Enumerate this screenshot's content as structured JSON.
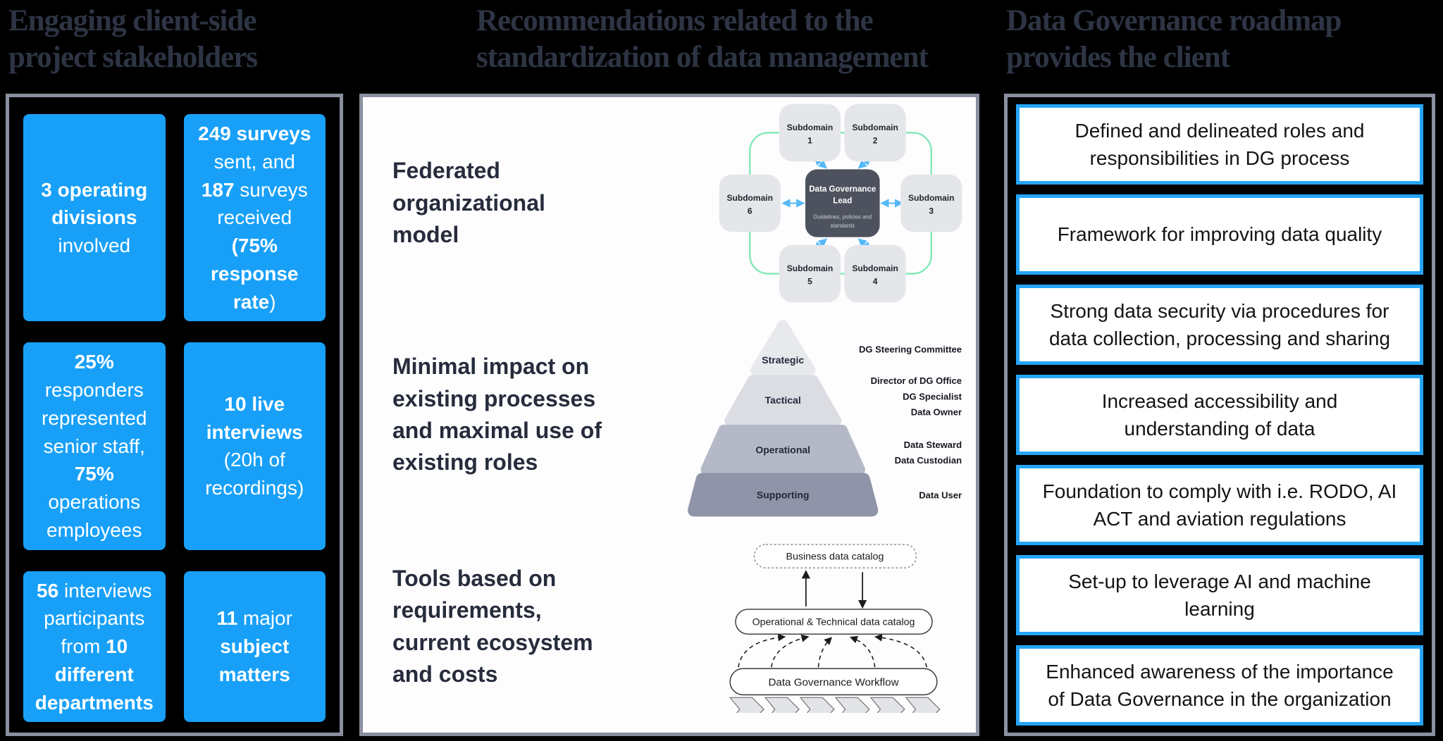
{
  "colors": {
    "background": "#000000",
    "panel_border_gray": "#8b90a0",
    "stat_box_blue": "#18a0f8",
    "benefit_border_blue": "#25a5f8",
    "title_text": "#2d3444",
    "heading_text": "#272c3c",
    "subdomain_fill": "#e4e6ea",
    "center_node_fill": "#4d525e",
    "ring_green": "#7fe8b4",
    "arrow_blue": "#55b9f7",
    "pyramid_strategic": "#e8e9ec",
    "pyramid_tactical": "#dbdde2",
    "pyramid_operational": "#b5b9c7",
    "pyramid_supporting": "#8f94a8",
    "chevron_fill": "#e3e4e8"
  },
  "left": {
    "title_line1": "Engaging client-side",
    "title_line2": "project stakeholders",
    "boxes": [
      {
        "segments": [
          {
            "t": "3 operating divisions",
            "b": true
          },
          {
            "t": " involved",
            "b": false
          }
        ]
      },
      {
        "segments": [
          {
            "t": "249 surveys",
            "b": true
          },
          {
            "t": " sent, and ",
            "b": false
          },
          {
            "t": "187",
            "b": true
          },
          {
            "t": " surveys received ",
            "b": false
          },
          {
            "t": "(75% response rate",
            "b": true
          },
          {
            "t": ")",
            "b": false
          }
        ]
      },
      {
        "segments": [
          {
            "t": "25%",
            "b": true
          },
          {
            "t": " responders represented senior staff, ",
            "b": false
          },
          {
            "t": "75%",
            "b": true
          },
          {
            "t": " operations employees",
            "b": false
          }
        ]
      },
      {
        "segments": [
          {
            "t": "10 live interviews",
            "b": true
          },
          {
            "t": " (20h of recordings)",
            "b": false
          }
        ]
      },
      {
        "segments": [
          {
            "t": "56",
            "b": true
          },
          {
            "t": " interviews participants from ",
            "b": false
          },
          {
            "t": "10 different departments",
            "b": true
          }
        ]
      },
      {
        "segments": [
          {
            "t": "11",
            "b": true
          },
          {
            "t": " major ",
            "b": false
          },
          {
            "t": "subject matters",
            "b": true
          }
        ]
      }
    ]
  },
  "middle": {
    "title_line1": "Recommendations related to the",
    "title_line2": "standardization of data management",
    "sections": [
      {
        "heading": "Federated organizational model",
        "diagram": {
          "subdomains": [
            {
              "label": "Subdomain",
              "num": "1"
            },
            {
              "label": "Subdomain",
              "num": "2"
            },
            {
              "label": "Subdomain",
              "num": "3"
            },
            {
              "label": "Subdomain",
              "num": "4"
            },
            {
              "label": "Subdomain",
              "num": "5"
            },
            {
              "label": "Subdomain",
              "num": "6"
            }
          ],
          "center": {
            "line1": "Data Governance",
            "line2": "Lead",
            "sub1": "Guidelines, policies and",
            "sub2": "standards"
          }
        }
      },
      {
        "heading": "Minimal impact on existing processes and maximal use of existing roles",
        "diagram": {
          "levels": [
            {
              "label": "Strategic"
            },
            {
              "label": "Tactical"
            },
            {
              "label": "Operational"
            },
            {
              "label": "Supporting"
            }
          ],
          "roles": [
            "DG Steering Committee",
            "Director of DG Office",
            "DG Specialist",
            "Data Owner",
            "Data Steward",
            "Data Custodian",
            "Data User"
          ]
        }
      },
      {
        "heading": "Tools based on requirements, current ecosystem and costs",
        "diagram": {
          "nodes": [
            "Business data catalog",
            "Operational & Technical data catalog",
            "Data Governance Workflow"
          ]
        }
      }
    ]
  },
  "right": {
    "title_line1": "Data Governance roadmap",
    "title_line2": "provides the client",
    "boxes": [
      "Defined and delineated roles and responsibilities in DG process",
      "Framework for improving data quality",
      "Strong data security via procedures for data collection, processing and sharing",
      "Increased accessibility and understanding of data",
      "Foundation to comply with i.e. RODO, AI ACT and aviation regulations",
      "Set-up to leverage AI and machine learning",
      "Enhanced awareness of the importance of Data Governance in the organization"
    ]
  }
}
